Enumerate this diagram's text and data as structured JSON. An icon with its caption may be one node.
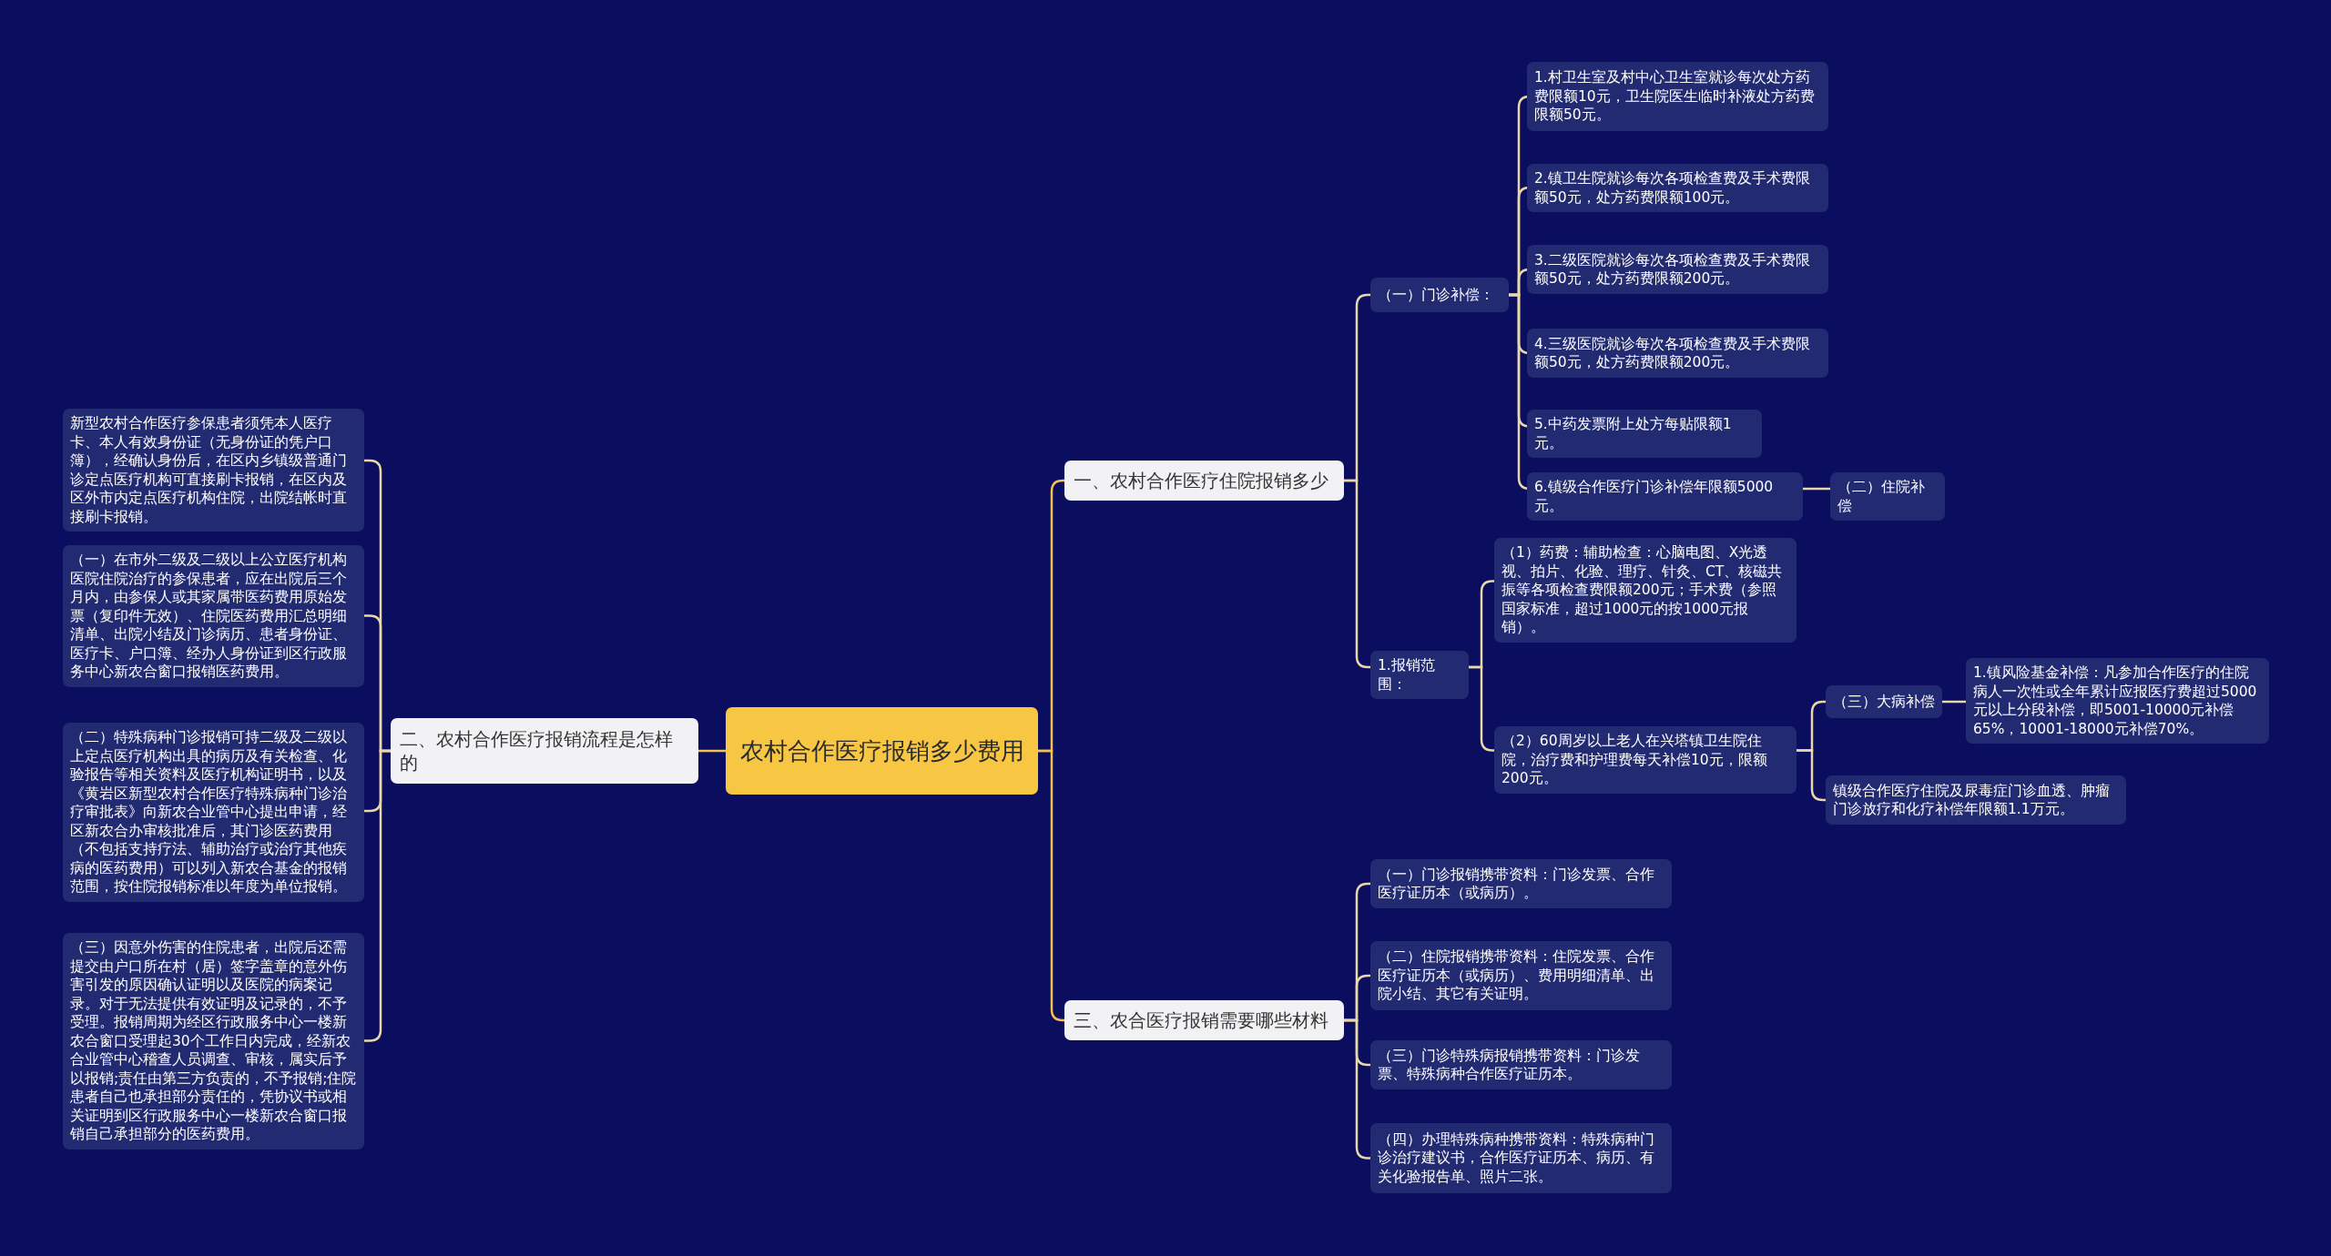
{
  "diagram": {
    "nodes": [
      {
        "text": [
          "农村合作医疗报销多少费用"
        ]
      },
      {
        "text": [
          "一、农村合作医疗住院报销多少"
        ]
      },
      {
        "text": [
          "（一）门诊补偿："
        ]
      },
      {
        "text": [
          "1.村卫生室及村中心卫生室就诊每次处方药费限额10元，卫生院医生临时补液处方药费限额50元。"
        ]
      },
      {
        "text": [
          "2.镇卫生院就诊每次各项检查费及手术费限额50元，处方药费限额100元。"
        ]
      },
      {
        "text": [
          "3.二级医院就诊每次各项检查费及手术费限额50元，处方药费限额200元。"
        ]
      },
      {
        "text": [
          "4.三级医院就诊每次各项检查费及手术费限额50元，处方药费限额200元。"
        ]
      },
      {
        "text": [
          "5.中药发票附上处方每贴限额1元。"
        ]
      },
      {
        "text": [
          "6.镇级合作医疗门诊补偿年限额5000元。"
        ]
      },
      {
        "text": [
          "（二）住院补偿"
        ]
      },
      {
        "text": [
          "1.报销范围："
        ]
      },
      {
        "text": [
          "（1）药费：辅助检查：心脑电图、X光透视、拍片、化验、理疗、针灸、CT、核磁共振等各项检查费限额200元；手术费（参照国家标准，超过1000元的按1000元报销）。"
        ]
      },
      {
        "text": [
          "（2）60周岁以上老人在兴塔镇卫生院住院，治疗费和护理费每天补偿10元，限额200元。"
        ]
      },
      {
        "text": [
          "（三）大病补偿"
        ]
      },
      {
        "text": [
          "1.镇风险基金补偿：凡参加合作医疗的住院病人一次性或全年累计应报医疗费超过5000元以上分段补偿，即5001-10000元补偿65%，10001-18000元补偿70%。"
        ]
      },
      {
        "text": [
          "镇级合作医疗住院及尿毒症门诊血透、肿瘤门诊放疗和化疗补偿年限额1.1万元。"
        ]
      },
      {
        "text": [
          "三、农合医疗报销需要哪些材料"
        ]
      },
      {
        "text": [
          "（一）门诊报销携带资料：门诊发票、合作医疗证历本（或病历）。"
        ]
      },
      {
        "text": [
          "（二）住院报销携带资料：住院发票、合作医疗证历本（或病历）、费用明细清单、出院小结、其它有关证明。"
        ]
      },
      {
        "text": [
          "（三）门诊特殊病报销携带资料：门诊发票、特殊病种合作医疗证历本。"
        ]
      },
      {
        "text": [
          "（四）办理特殊病种携带资料：特殊病种门诊治疗建议书，合作医疗证历本、病历、有关化验报告单、照片二张。"
        ]
      },
      {
        "text": [
          "二、农村合作医疗报销流程是怎样的"
        ]
      },
      {
        "text": [
          "新型农村合作医疗参保患者须凭本人医疗卡、本人有效身份证（无身份证的凭户口簿），经确认身份后，在区内乡镇级普通门诊定点医疗机构可直接刷卡报销，在区内及区外市内定点医疗机构住院，出院结帐时直接刷卡报销。"
        ]
      },
      {
        "text": [
          "（一）在市外二级及二级以上公立医疗机构医院住院治疗的参保患者，应在出院后三个月内，由参保人或其家属带医药费用原始发票（复印件无效）、住院医药费用汇总明细清单、出院小结及门诊病历、患者身份证、医疗卡、户口簿、经办人身份证到区行政服务中心新农合窗口报销医药费用。"
        ]
      },
      {
        "text": [
          "（二）特殊病种门诊报销可持二级及二级以上定点医疗机构出具的病历及有关检查、化验报告等相关资料及医疗机构证明书，以及《黄岩区新型农村合作医疗特殊病种门诊治疗审批表》向新农合业管中心提出申请，经区新农合办审核批准后，其门诊医药费用（不包括支持疗法、辅助治疗或治疗其他疾病的医药费用）可以列入新农合基金的报销范围，按住院报销标准以年度为单位报销。"
        ]
      },
      {
        "text": [
          "（三）因意外伤害的住院患者，出院后还需提交由户口所在村（居）签字盖章的意外伤害引发的原因确认证明以及医院的病案记录。对于无法提供有效证明及记录的，不予受理。报销周期为经区行政服务中心一楼新农合窗口受理起30个工作日内完成，经新农合业管中心稽查人员调查、审核，属实后予以报销;责任由第三方负责的，不予报销;住院患者自己也承担部分责任的，凭协议书或相关证明到区行政服务中心一楼新农合窗口报销自己承担部分的医药费用。"
        ]
      }
    ],
    "edges": [
      {
        "from": 0,
        "to": 1,
        "arrow": "none"
      },
      {
        "from": 1,
        "to": 2,
        "arrow": "none"
      },
      {
        "from": 2,
        "to": 3,
        "arrow": "none"
      },
      {
        "from": 2,
        "to": 4,
        "arrow": "none"
      },
      {
        "from": 2,
        "to": 5,
        "arrow": "none"
      },
      {
        "from": 2,
        "to": 6,
        "arrow": "none"
      },
      {
        "from": 2,
        "to": 7,
        "arrow": "none"
      },
      {
        "from": 2,
        "to": 8,
        "arrow": "none"
      },
      {
        "from": 8,
        "to": 9,
        "arrow": "none"
      },
      {
        "from": 1,
        "to": 10,
        "arrow": "none"
      },
      {
        "from": 10,
        "to": 11,
        "arrow": "none"
      },
      {
        "from": 10,
        "to": 12,
        "arrow": "none"
      },
      {
        "from": 12,
        "to": 13,
        "arrow": "none"
      },
      {
        "from": 13,
        "to": 14,
        "arrow": "none"
      },
      {
        "from": 12,
        "to": 15,
        "arrow": "none"
      },
      {
        "from": 0,
        "to": 16,
        "arrow": "none"
      },
      {
        "from": 16,
        "to": 17,
        "arrow": "none"
      },
      {
        "from": 16,
        "to": 18,
        "arrow": "none"
      },
      {
        "from": 16,
        "to": 19,
        "arrow": "none"
      },
      {
        "from": 16,
        "to": 20,
        "arrow": "none"
      },
      {
        "from": 0,
        "to": 21,
        "arrow": "none"
      },
      {
        "from": 21,
        "to": 22,
        "arrow": "none"
      },
      {
        "from": 21,
        "to": 23,
        "arrow": "none"
      },
      {
        "from": 21,
        "to": 24,
        "arrow": "none"
      },
      {
        "from": 21,
        "to": 25,
        "arrow": "none"
      }
    ]
  }
}
